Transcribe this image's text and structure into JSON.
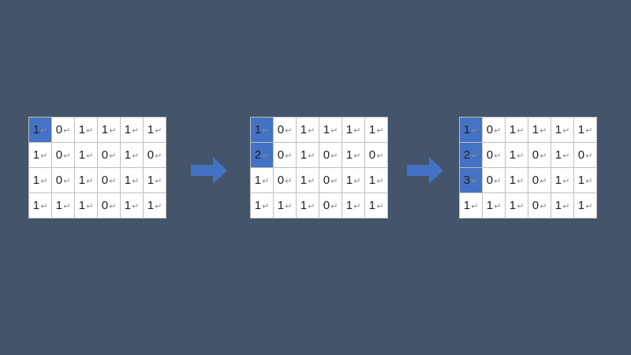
{
  "return_mark": "↵",
  "grids": [
    {
      "rows": [
        [
          "1",
          "0",
          "1",
          "1",
          "1",
          "1"
        ],
        [
          "1",
          "0",
          "1",
          "0",
          "1",
          "0"
        ],
        [
          "1",
          "0",
          "1",
          "0",
          "1",
          "1"
        ],
        [
          "1",
          "1",
          "1",
          "0",
          "1",
          "1"
        ]
      ],
      "highlighted_rows": 1
    },
    {
      "rows": [
        [
          "1",
          "0",
          "1",
          "1",
          "1",
          "1"
        ],
        [
          "2",
          "0",
          "1",
          "0",
          "1",
          "0"
        ],
        [
          "1",
          "0",
          "1",
          "0",
          "1",
          "1"
        ],
        [
          "1",
          "1",
          "1",
          "0",
          "1",
          "1"
        ]
      ],
      "highlighted_rows": 2
    },
    {
      "rows": [
        [
          "1",
          "0",
          "1",
          "1",
          "1",
          "1"
        ],
        [
          "2",
          "0",
          "1",
          "0",
          "1",
          "0"
        ],
        [
          "3",
          "0",
          "1",
          "0",
          "1",
          "1"
        ],
        [
          "1",
          "1",
          "1",
          "0",
          "1",
          "1"
        ]
      ],
      "highlighted_rows": 3
    }
  ],
  "colors": {
    "background": "#44546a",
    "highlight": "#4472c4",
    "arrow": "#4472c4"
  },
  "icons": {
    "step_arrow": "right-arrow-icon"
  }
}
